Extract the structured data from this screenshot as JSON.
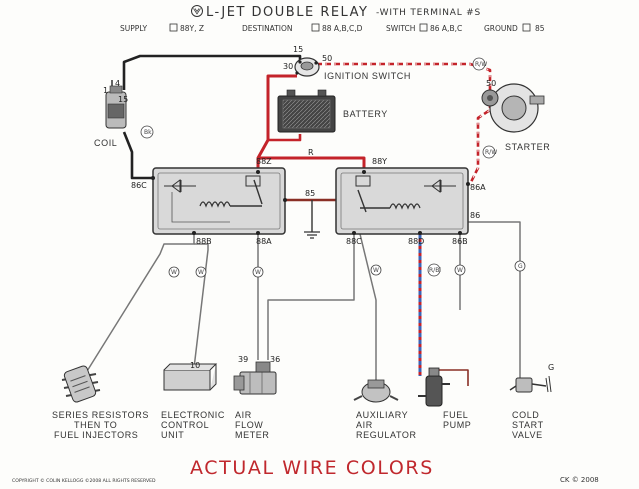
{
  "header": {
    "title": "L-JET  DOUBLE RELAY",
    "subtitle": "-WITH TERMINAL #S",
    "legend": [
      {
        "label": "SUPPLY",
        "value": "88Y, Z"
      },
      {
        "label": "DESTINATION",
        "value": "88 A,B,C,D"
      },
      {
        "label": "SWITCH",
        "value": "86 A,B,C"
      },
      {
        "label": "GROUND",
        "value": "85"
      }
    ]
  },
  "terminals": {
    "t15": "15",
    "t30": "30",
    "t50a": "50",
    "t50b": "50",
    "t1": "1",
    "t4": "4",
    "t15b": "15",
    "t86c": "86C",
    "t88z": "88Z",
    "t88y": "88Y",
    "t86a": "86A",
    "t85": "85",
    "t88b": "88B",
    "t88a": "88A",
    "t88c": "88C",
    "t88d": "88D",
    "t86b": "86B",
    "t86": "86",
    "t10": "10",
    "t39": "39",
    "t36": "36",
    "tG": "G",
    "tR": "R"
  },
  "wire_codes": {
    "rw1": "R/W",
    "rw2": "R/W",
    "bk": "Bk",
    "w1": "W",
    "w2": "W",
    "w3": "W",
    "w4": "W",
    "w5": "W",
    "rbl": "R/Bl",
    "g": "G"
  },
  "components": {
    "ignition_switch": "IGNITION SWITCH",
    "battery": "BATTERY",
    "coil": "COIL",
    "starter": "STARTER",
    "series_resistors": [
      "SERIES RESISTORS",
      "THEN TO",
      "FUEL INJECTORS"
    ],
    "ecu": [
      "ELECTRONIC",
      "CONTROL",
      "UNIT"
    ],
    "afm": [
      "AIR",
      "FLOW",
      "METER"
    ],
    "aar": [
      "AUXILIARY",
      "AIR",
      "REGULATOR"
    ],
    "fuel_pump": [
      "FUEL",
      "PUMP"
    ],
    "cold_start": [
      "COLD",
      "START",
      "VALVE"
    ]
  },
  "footer": {
    "title": "ACTUAL WIRE COLORS",
    "copyright": "COPYRIGHT © COLIN KELLOGG ©2008 ALL RIGHTS RESERVED",
    "signature": "CK © 2008"
  },
  "colors": {
    "ink": "#2a2a2a",
    "red_wire": "#c4232a",
    "blue_wire": "#3a63b5",
    "footer_red": "#c0282d",
    "relay_fill": "#d9d9d9"
  }
}
